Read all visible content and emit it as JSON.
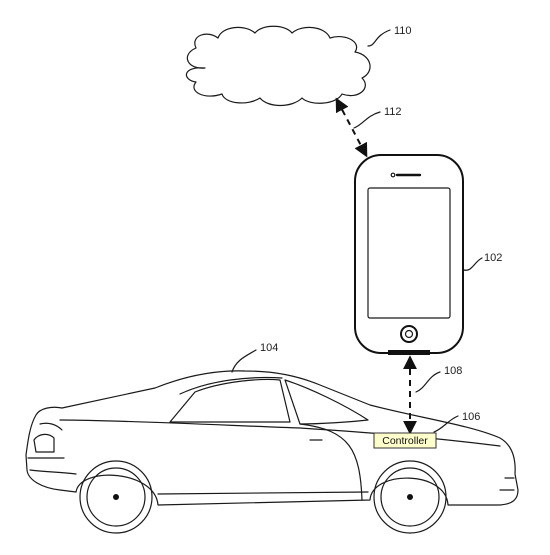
{
  "labels": {
    "cloud": "110",
    "link_cloud": "112",
    "phone": "102",
    "car": "104",
    "link_car": "108",
    "controller_ref": "106"
  },
  "controller": {
    "text": "Controller",
    "fill": "#ffffcc"
  },
  "colors": {
    "line": "#1a1a1a",
    "background": "#ffffff"
  }
}
